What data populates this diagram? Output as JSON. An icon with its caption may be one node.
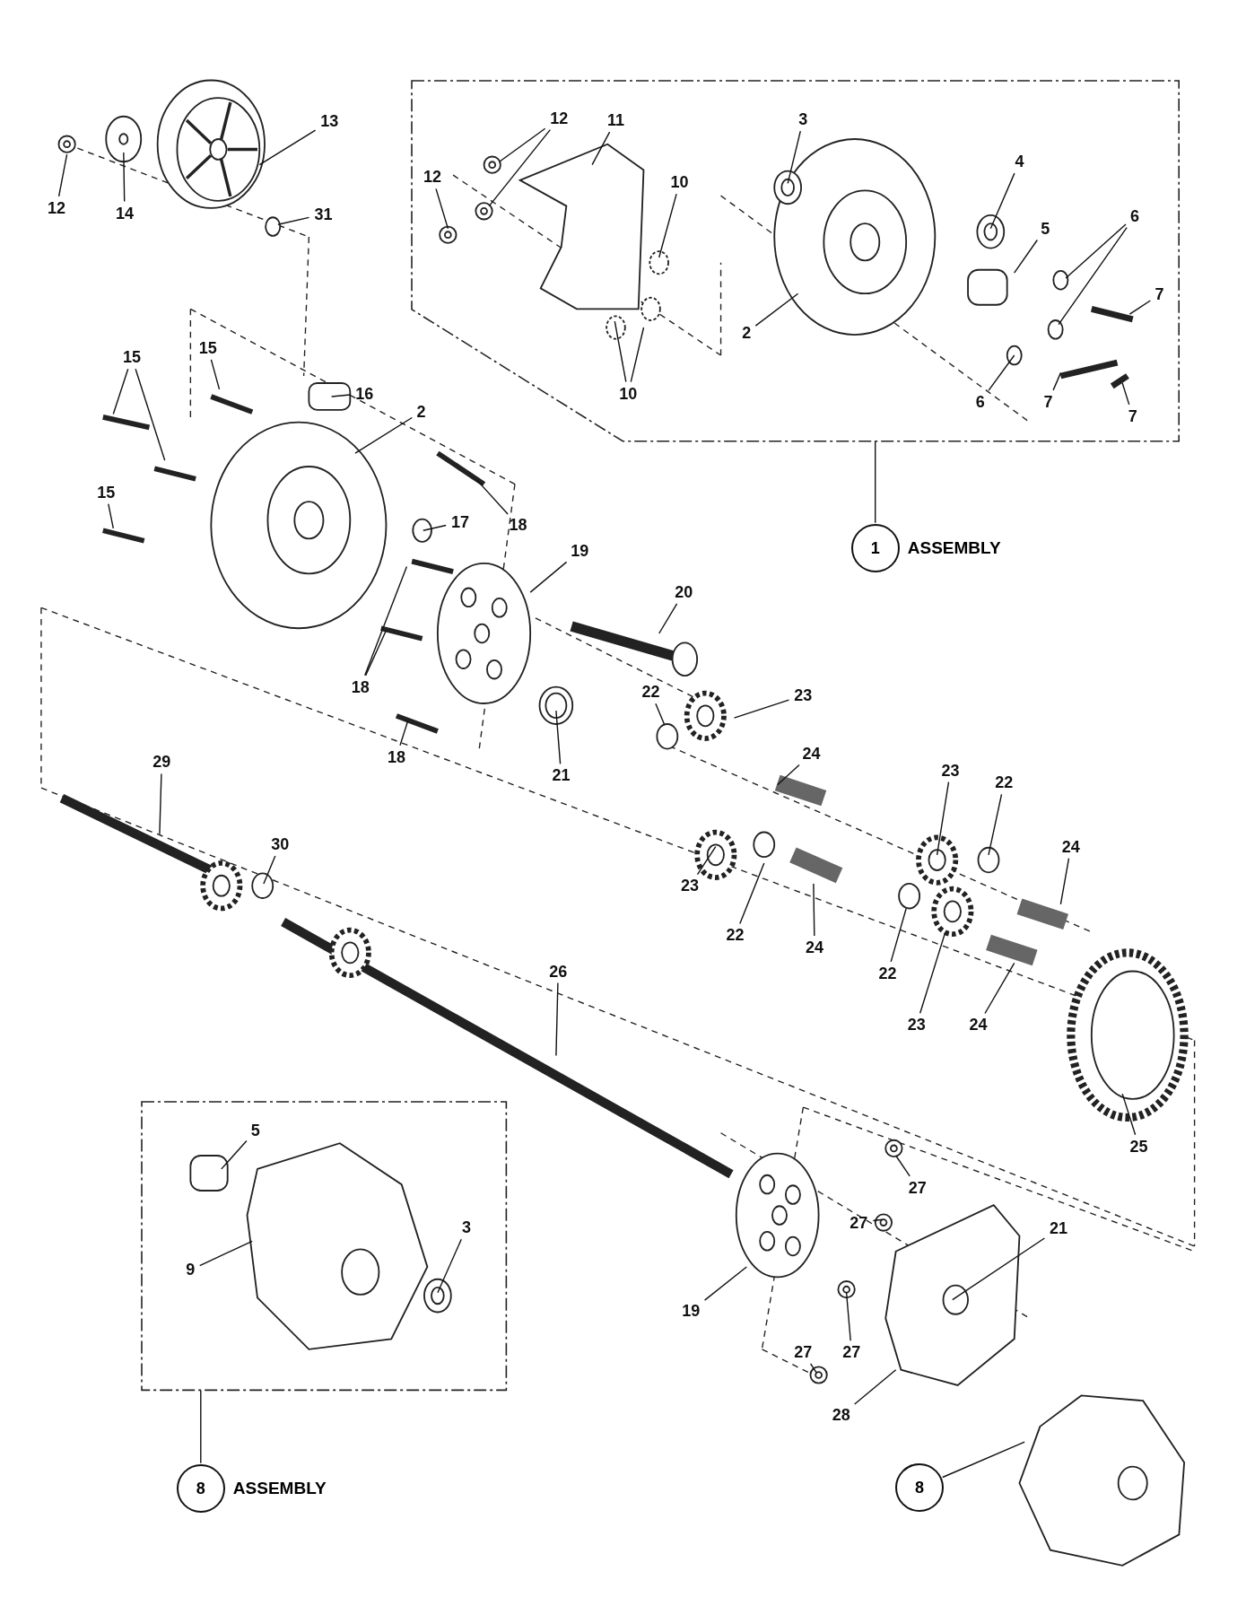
{
  "diagram": {
    "nodes": [
      {
        "text": [],
        "shape": "box"
      },
      {
        "text": [
          "12"
        ],
        "in": 0
      },
      {
        "text": [
          "11"
        ],
        "in": 0
      },
      {
        "text": [
          "3"
        ],
        "in": 0
      },
      {
        "text": [
          "12"
        ],
        "in": 0
      },
      {
        "text": [
          "10"
        ],
        "in": 0
      },
      {
        "text": [
          "4"
        ],
        "in": 0
      },
      {
        "text": [
          "6"
        ],
        "in": 0
      },
      {
        "text": [
          "5"
        ],
        "in": 0
      },
      {
        "text": [
          "7"
        ],
        "in": 0
      },
      {
        "text": [
          "2"
        ],
        "in": 0
      },
      {
        "text": [
          "10"
        ],
        "in": 0
      },
      {
        "text": [
          "6"
        ],
        "in": 0
      },
      {
        "text": [
          "7"
        ],
        "in": 0
      },
      {
        "text": [
          "7"
        ],
        "in": 0
      },
      {
        "text": [
          "13"
        ]
      },
      {
        "text": [
          "12"
        ]
      },
      {
        "text": [
          "14"
        ]
      },
      {
        "text": [
          "31"
        ]
      },
      {
        "text": [
          "15"
        ]
      },
      {
        "text": [
          "15"
        ]
      },
      {
        "text": [
          "16"
        ]
      },
      {
        "text": [
          "2"
        ]
      },
      {
        "text": [
          "15"
        ]
      },
      {
        "text": [
          "17"
        ]
      },
      {
        "text": [
          "18"
        ]
      },
      {
        "text": [
          "1"
        ],
        "beside": [
          "ASSEMBLY"
        ]
      },
      {
        "text": [
          "19"
        ]
      },
      {
        "text": [
          "20"
        ]
      },
      {
        "text": [
          "18"
        ]
      },
      {
        "text": [
          "23"
        ]
      },
      {
        "text": [
          "22"
        ]
      },
      {
        "text": [
          "24"
        ]
      },
      {
        "text": [
          "18"
        ]
      },
      {
        "text": [
          "29"
        ]
      },
      {
        "text": [
          "21"
        ]
      },
      {
        "text": [
          "23"
        ]
      },
      {
        "text": [
          "22"
        ]
      },
      {
        "text": [
          "30"
        ]
      },
      {
        "text": [
          "24"
        ]
      },
      {
        "text": [
          "23"
        ]
      },
      {
        "text": [
          "22"
        ]
      },
      {
        "text": [
          "24"
        ]
      },
      {
        "text": [
          "22"
        ]
      },
      {
        "text": [
          "26"
        ]
      },
      {
        "text": [
          "23"
        ]
      },
      {
        "text": [
          "24"
        ]
      },
      {
        "text": [],
        "shape": "box"
      },
      {
        "text": [
          "5"
        ],
        "in": 47
      },
      {
        "text": [
          "3"
        ],
        "in": 47
      },
      {
        "text": [
          "9"
        ],
        "in": 47
      },
      {
        "text": [
          "25"
        ]
      },
      {
        "text": [
          "27"
        ]
      },
      {
        "text": [
          "27"
        ]
      },
      {
        "text": [
          "21"
        ]
      },
      {
        "text": [
          "19"
        ]
      },
      {
        "text": [
          "27"
        ]
      },
      {
        "text": [
          "27"
        ]
      },
      {
        "text": [
          "28"
        ]
      },
      {
        "text": [
          "8"
        ],
        "beside": [
          "ASSEMBLY"
        ]
      },
      {
        "text": [
          "8"
        ]
      }
    ],
    "edges": [
      {
        "from": 1,
        "to": null,
        "arrow": "none"
      },
      {
        "from": 1,
        "to": null,
        "arrow": "none"
      },
      {
        "from": 2,
        "to": null,
        "arrow": "none"
      },
      {
        "from": 3,
        "to": null,
        "arrow": "none"
      },
      {
        "from": 4,
        "to": null,
        "arrow": "none"
      },
      {
        "from": 5,
        "to": null,
        "arrow": "none"
      },
      {
        "from": 6,
        "to": null,
        "arrow": "none"
      },
      {
        "from": 7,
        "to": null,
        "arrow": "none"
      },
      {
        "from": 7,
        "to": null,
        "arrow": "none"
      },
      {
        "from": 8,
        "to": null,
        "arrow": "none"
      },
      {
        "from": 9,
        "to": null,
        "arrow": "none"
      },
      {
        "from": 10,
        "to": null,
        "arrow": "none"
      },
      {
        "from": 11,
        "to": null,
        "arrow": "none"
      },
      {
        "from": 11,
        "to": null,
        "arrow": "none"
      },
      {
        "from": 12,
        "to": null,
        "arrow": "none"
      },
      {
        "from": 13,
        "to": null,
        "arrow": "none"
      },
      {
        "from": 14,
        "to": null,
        "arrow": "none"
      },
      {
        "from": 15,
        "to": null,
        "arrow": "none"
      },
      {
        "from": 16,
        "to": null,
        "arrow": "none"
      },
      {
        "from": 17,
        "to": null,
        "arrow": "none"
      },
      {
        "from": 18,
        "to": null,
        "arrow": "none"
      },
      {
        "from": 19,
        "to": null,
        "arrow": "none"
      },
      {
        "from": 20,
        "to": null,
        "arrow": "none"
      },
      {
        "from": 20,
        "to": null,
        "arrow": "none"
      },
      {
        "from": 21,
        "to": null,
        "arrow": "none"
      },
      {
        "from": 22,
        "to": null,
        "arrow": "none"
      },
      {
        "from": 23,
        "to": null,
        "arrow": "none"
      },
      {
        "from": 24,
        "to": null,
        "arrow": "none"
      },
      {
        "from": 25,
        "to": null,
        "arrow": "none"
      },
      {
        "from": 26,
        "to": 0,
        "arrow": "none"
      },
      {
        "from": 27,
        "to": null,
        "arrow": "none"
      },
      {
        "from": 28,
        "to": null,
        "arrow": "none"
      },
      {
        "from": 29,
        "to": null,
        "arrow": "none"
      },
      {
        "from": 29,
        "to": null,
        "arrow": "none"
      },
      {
        "from": 30,
        "to": null,
        "arrow": "none"
      },
      {
        "from": 31,
        "to": null,
        "arrow": "none"
      },
      {
        "from": 32,
        "to": null,
        "arrow": "none"
      },
      {
        "from": 33,
        "to": null,
        "arrow": "none"
      },
      {
        "from": 34,
        "to": null,
        "arrow": "none"
      },
      {
        "from": 35,
        "to": null,
        "arrow": "none"
      },
      {
        "from": 36,
        "to": null,
        "arrow": "none"
      },
      {
        "from": 37,
        "to": null,
        "arrow": "none"
      },
      {
        "from": 38,
        "to": null,
        "arrow": "none"
      },
      {
        "from": 39,
        "to": null,
        "arrow": "none"
      },
      {
        "from": 40,
        "to": null,
        "arrow": "none"
      },
      {
        "from": 41,
        "to": null,
        "arrow": "none"
      },
      {
        "from": 42,
        "to": null,
        "arrow": "none"
      },
      {
        "from": 43,
        "to": null,
        "arrow": "none"
      },
      {
        "from": 44,
        "to": null,
        "arrow": "none"
      },
      {
        "from": 45,
        "to": null,
        "arrow": "none"
      },
      {
        "from": 46,
        "to": null,
        "arrow": "none"
      },
      {
        "from": 48,
        "to": null,
        "arrow": "none"
      },
      {
        "from": 49,
        "to": null,
        "arrow": "none"
      },
      {
        "from": 50,
        "to": null,
        "arrow": "none"
      },
      {
        "from": 51,
        "to": null,
        "arrow": "none"
      },
      {
        "from": 52,
        "to": null,
        "arrow": "none"
      },
      {
        "from": 53,
        "to": null,
        "arrow": "none"
      },
      {
        "from": 54,
        "to": null,
        "arrow": "none"
      },
      {
        "from": 55,
        "to": null,
        "arrow": "none"
      },
      {
        "from": 56,
        "to": null,
        "arrow": "none"
      },
      {
        "from": 57,
        "to": null,
        "arrow": "none"
      },
      {
        "from": 58,
        "to": null,
        "arrow": "none"
      },
      {
        "from": 59,
        "to": 47,
        "arrow": "none"
      },
      {
        "from": 60,
        "to": null,
        "arrow": "none"
      }
    ]
  }
}
